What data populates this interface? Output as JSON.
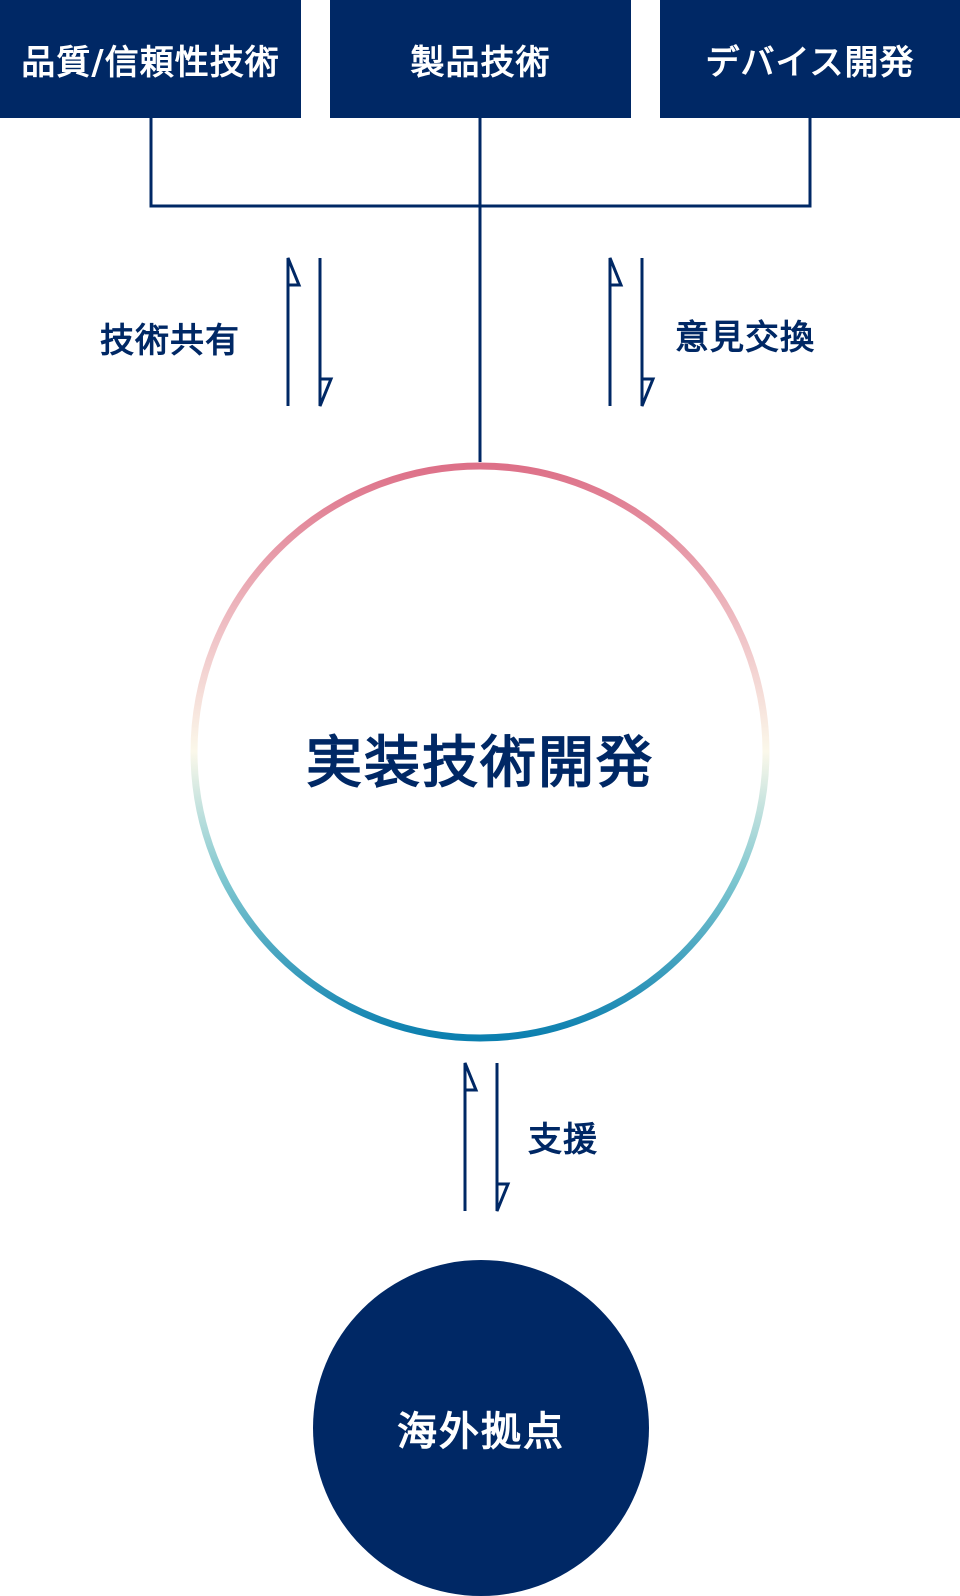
{
  "top_nodes": {
    "quality": "品質/信頼性技術",
    "product": "製品技術",
    "device": "デバイス開発"
  },
  "edge_labels": {
    "share": "技術共有",
    "exchange": "意見交換",
    "support": "支援"
  },
  "center_node": "実装技術開発",
  "bottom_node": "海外拠点",
  "colors": {
    "navy": "#002865",
    "ring_top": "#DD7088",
    "ring_mid": "#FBF8EA",
    "ring_bottom": "#0B7FAF"
  }
}
